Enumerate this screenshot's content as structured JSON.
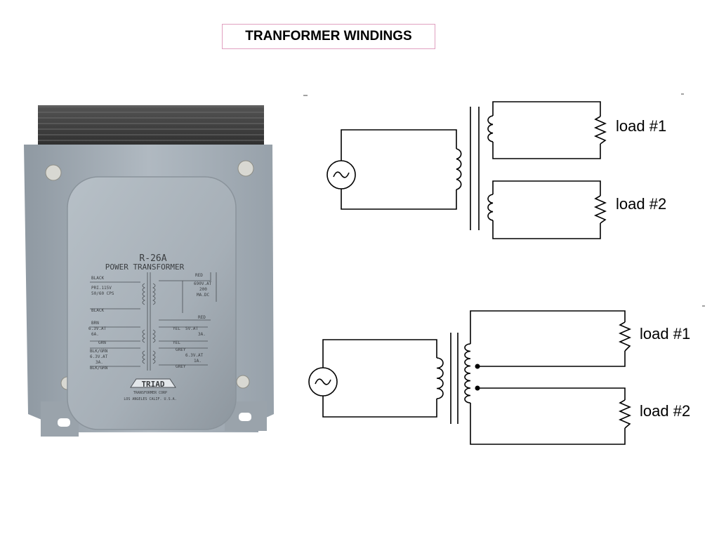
{
  "title": "TRANFORMER WINDINGS",
  "photo": {
    "model": "R-26A",
    "subtitle": "POWER TRANSFORMER",
    "brand": "TRIAD",
    "company": "TRANSFORMER CORP",
    "location": "LOS ANGELES CALIF. U.S.A.",
    "left_labels": [
      "BLACK",
      "PRI.115V",
      "50/60 CPS",
      "BLACK",
      "BRN",
      "6.3V.AT",
      "6A.",
      "GRN",
      "BLK/GRN",
      "6.3V.AT",
      "3A.",
      "BLK/GRN"
    ],
    "right_labels": [
      "RED",
      "690V.AT",
      "200",
      "MA.DC",
      "RED",
      "YEL",
      "5V.AT",
      "3A.",
      "YEL",
      "GREY",
      "6.3V.AT",
      "1A.",
      "GREY"
    ]
  },
  "diagram1": {
    "load1": "load #1",
    "load2": "load #2"
  },
  "diagram2": {
    "load1": "load #1",
    "load2": "load #2"
  },
  "colors": {
    "photo_body": "#a9b2ba",
    "title_border": "#e0a0c0",
    "lines": "#000000"
  }
}
